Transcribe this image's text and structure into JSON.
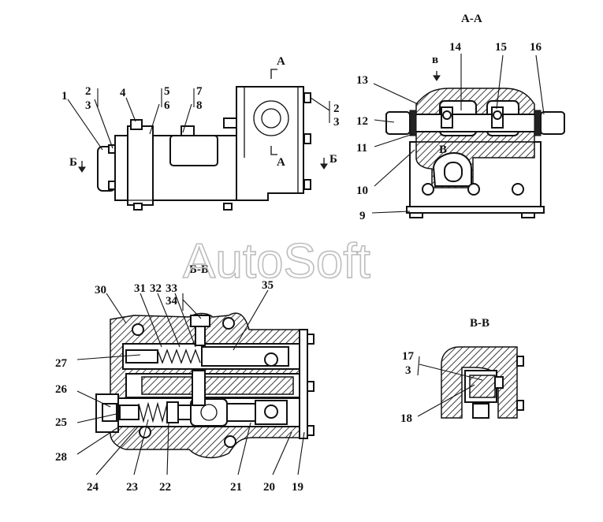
{
  "watermark": "AutoSoft",
  "sections": {
    "aa": "А-А",
    "bb": "Б-Б",
    "vv": "В-В"
  },
  "cut_marks": {
    "a": "А",
    "b": "Б",
    "v": "в",
    "v_cap": "В"
  },
  "labels": {
    "l1": "1",
    "l2": "2",
    "l3": "3",
    "l4": "4",
    "l5": "5",
    "l6": "6",
    "l7": "7",
    "l8": "8",
    "r2": "2",
    "r3": "3",
    "l9": "9",
    "l10": "10",
    "l11": "11",
    "l12": "12",
    "l13": "13",
    "l14": "14",
    "l15": "15",
    "l16": "16",
    "l17": "17",
    "l3b": "3",
    "l18": "18",
    "l19": "19",
    "l20": "20",
    "l21": "21",
    "l22": "22",
    "l23": "23",
    "l24": "24",
    "l25": "25",
    "l26": "26",
    "l27": "27",
    "l28": "28",
    "l30": "30",
    "l31": "31",
    "l32": "32",
    "l33": "33",
    "l34": "34",
    "l35": "35"
  }
}
